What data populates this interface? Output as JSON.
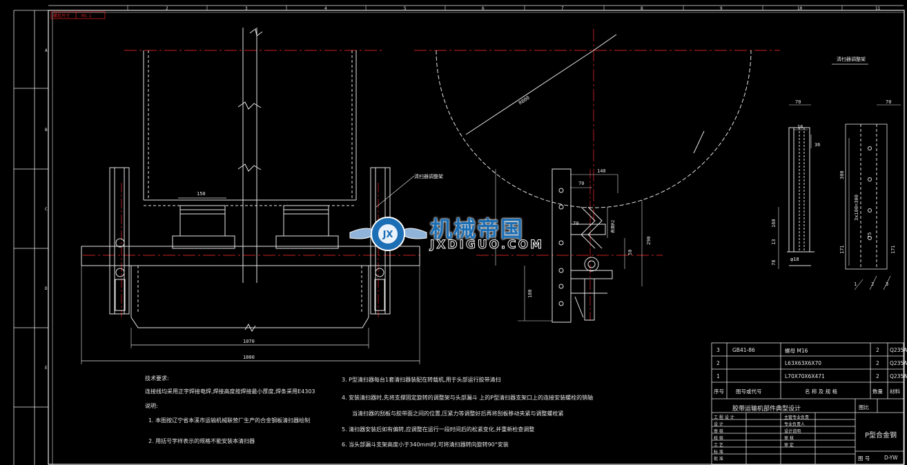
{
  "colors": {
    "background": "#000000",
    "line": "#e8e8e8",
    "center": "#d02020",
    "accent": "#1d6fb5"
  },
  "sheet": {
    "top_label_a": "螺栓尺寸",
    "top_label_b": "M3-1",
    "col_numbers": [
      "2",
      "3",
      "4",
      "5",
      "6",
      "7",
      "8",
      "9",
      "10",
      "11"
    ],
    "row_letters": [
      "A",
      "B",
      "C",
      "D",
      "E"
    ]
  },
  "front_view": {
    "dim_150": "150",
    "dim_1070": "1070",
    "dim_1800": "1800",
    "callout": "清扫器调整架"
  },
  "side_view": {
    "radius": "R800",
    "dim_140": "140",
    "dim_70a": "70",
    "dim_70b": "70",
    "dim_290": "290",
    "dim_50": "50",
    "dim_180": "180",
    "angle_label": "表面R2"
  },
  "detail_view": {
    "title": "清扫器调整架",
    "dim_70a": "70",
    "dim_70b": "70",
    "dim_16": "16",
    "dim_36": "36",
    "dim_300": "300",
    "dim_3x100": "3x100=300",
    "dim_160": "160",
    "dim_13": "13",
    "dim_78": "78",
    "dim_171a": "171",
    "dim_171b": "171",
    "dim_75": "75",
    "dim_phi": "φ18",
    "leader_1": "1",
    "leader_2": "2",
    "leader_3": "3"
  },
  "watermark": {
    "cn": "机械帝国",
    "en": "JXDIGUO.COM",
    "logo": "JX"
  },
  "notes": {
    "tech_title": "技术要求:",
    "tech_1": "连接线均采用正字焊接电焊,焊接高度按焊接最小厚度,焊条采用E4303",
    "desc_title": "说明:",
    "desc_1": "1. 本图按辽宁省本溪市运输机械联营厂生产的合金钢板清扫器绘制",
    "desc_2": "2. 用括号字样表示的规格不能安装本清扫器",
    "desc_3": "3. P型清扫器每台1套清扫器装配在转载机,用于头部运行胶带清扫",
    "desc_4": "4. 安装清扫器时,先将支撑固定旋转的调整架与头部漏斗    上的P型清扫器支架口上的连接安装螺栓的销轴",
    "desc_4b": "当清扫器的刮板与胶带面之间的位置,压紧力等调整好后再将刮板移动夹紧与调整螺栓紧",
    "desc_5": "5. 清扫器安装后如有偏转,应调整在运行一段时间后的松紧变化,并重新检查调整",
    "desc_6": "6. 当头部漏斗支架高度小于340mm时,可将清扫器转向旋转90°安装"
  },
  "title_block": {
    "rows": [
      {
        "no": "3",
        "code": "GB41-86",
        "name": "螺母    M16",
        "qty": "2",
        "mat": "Q235A"
      },
      {
        "no": "2",
        "code": "",
        "name": "L63X63X6X70",
        "qty": "2",
        "mat": "Q235A"
      },
      {
        "no": "1",
        "code": "",
        "name": "L70X70X6X471",
        "qty": "2",
        "mat": "Q235A"
      }
    ],
    "hdr_no": "序号",
    "hdr_code": "图号或代号",
    "hdr_name": "名 称 及 规 格",
    "hdr_qty": "数量",
    "hdr_mat": "材料",
    "project": "胶带运输机部件典型设计",
    "scale_label": "图比",
    "product": "P型合金钢",
    "roles": [
      "工 程 设 计",
      "设 计",
      "审 核",
      "校 核",
      "工 艺",
      "标 准",
      "批 准"
    ],
    "roles_right": [
      "主管专业负责",
      "专业负责人",
      "设计说明",
      "审 核",
      "审 定"
    ],
    "sheet_label": "图  号",
    "sheet_no": "D-YW"
  }
}
